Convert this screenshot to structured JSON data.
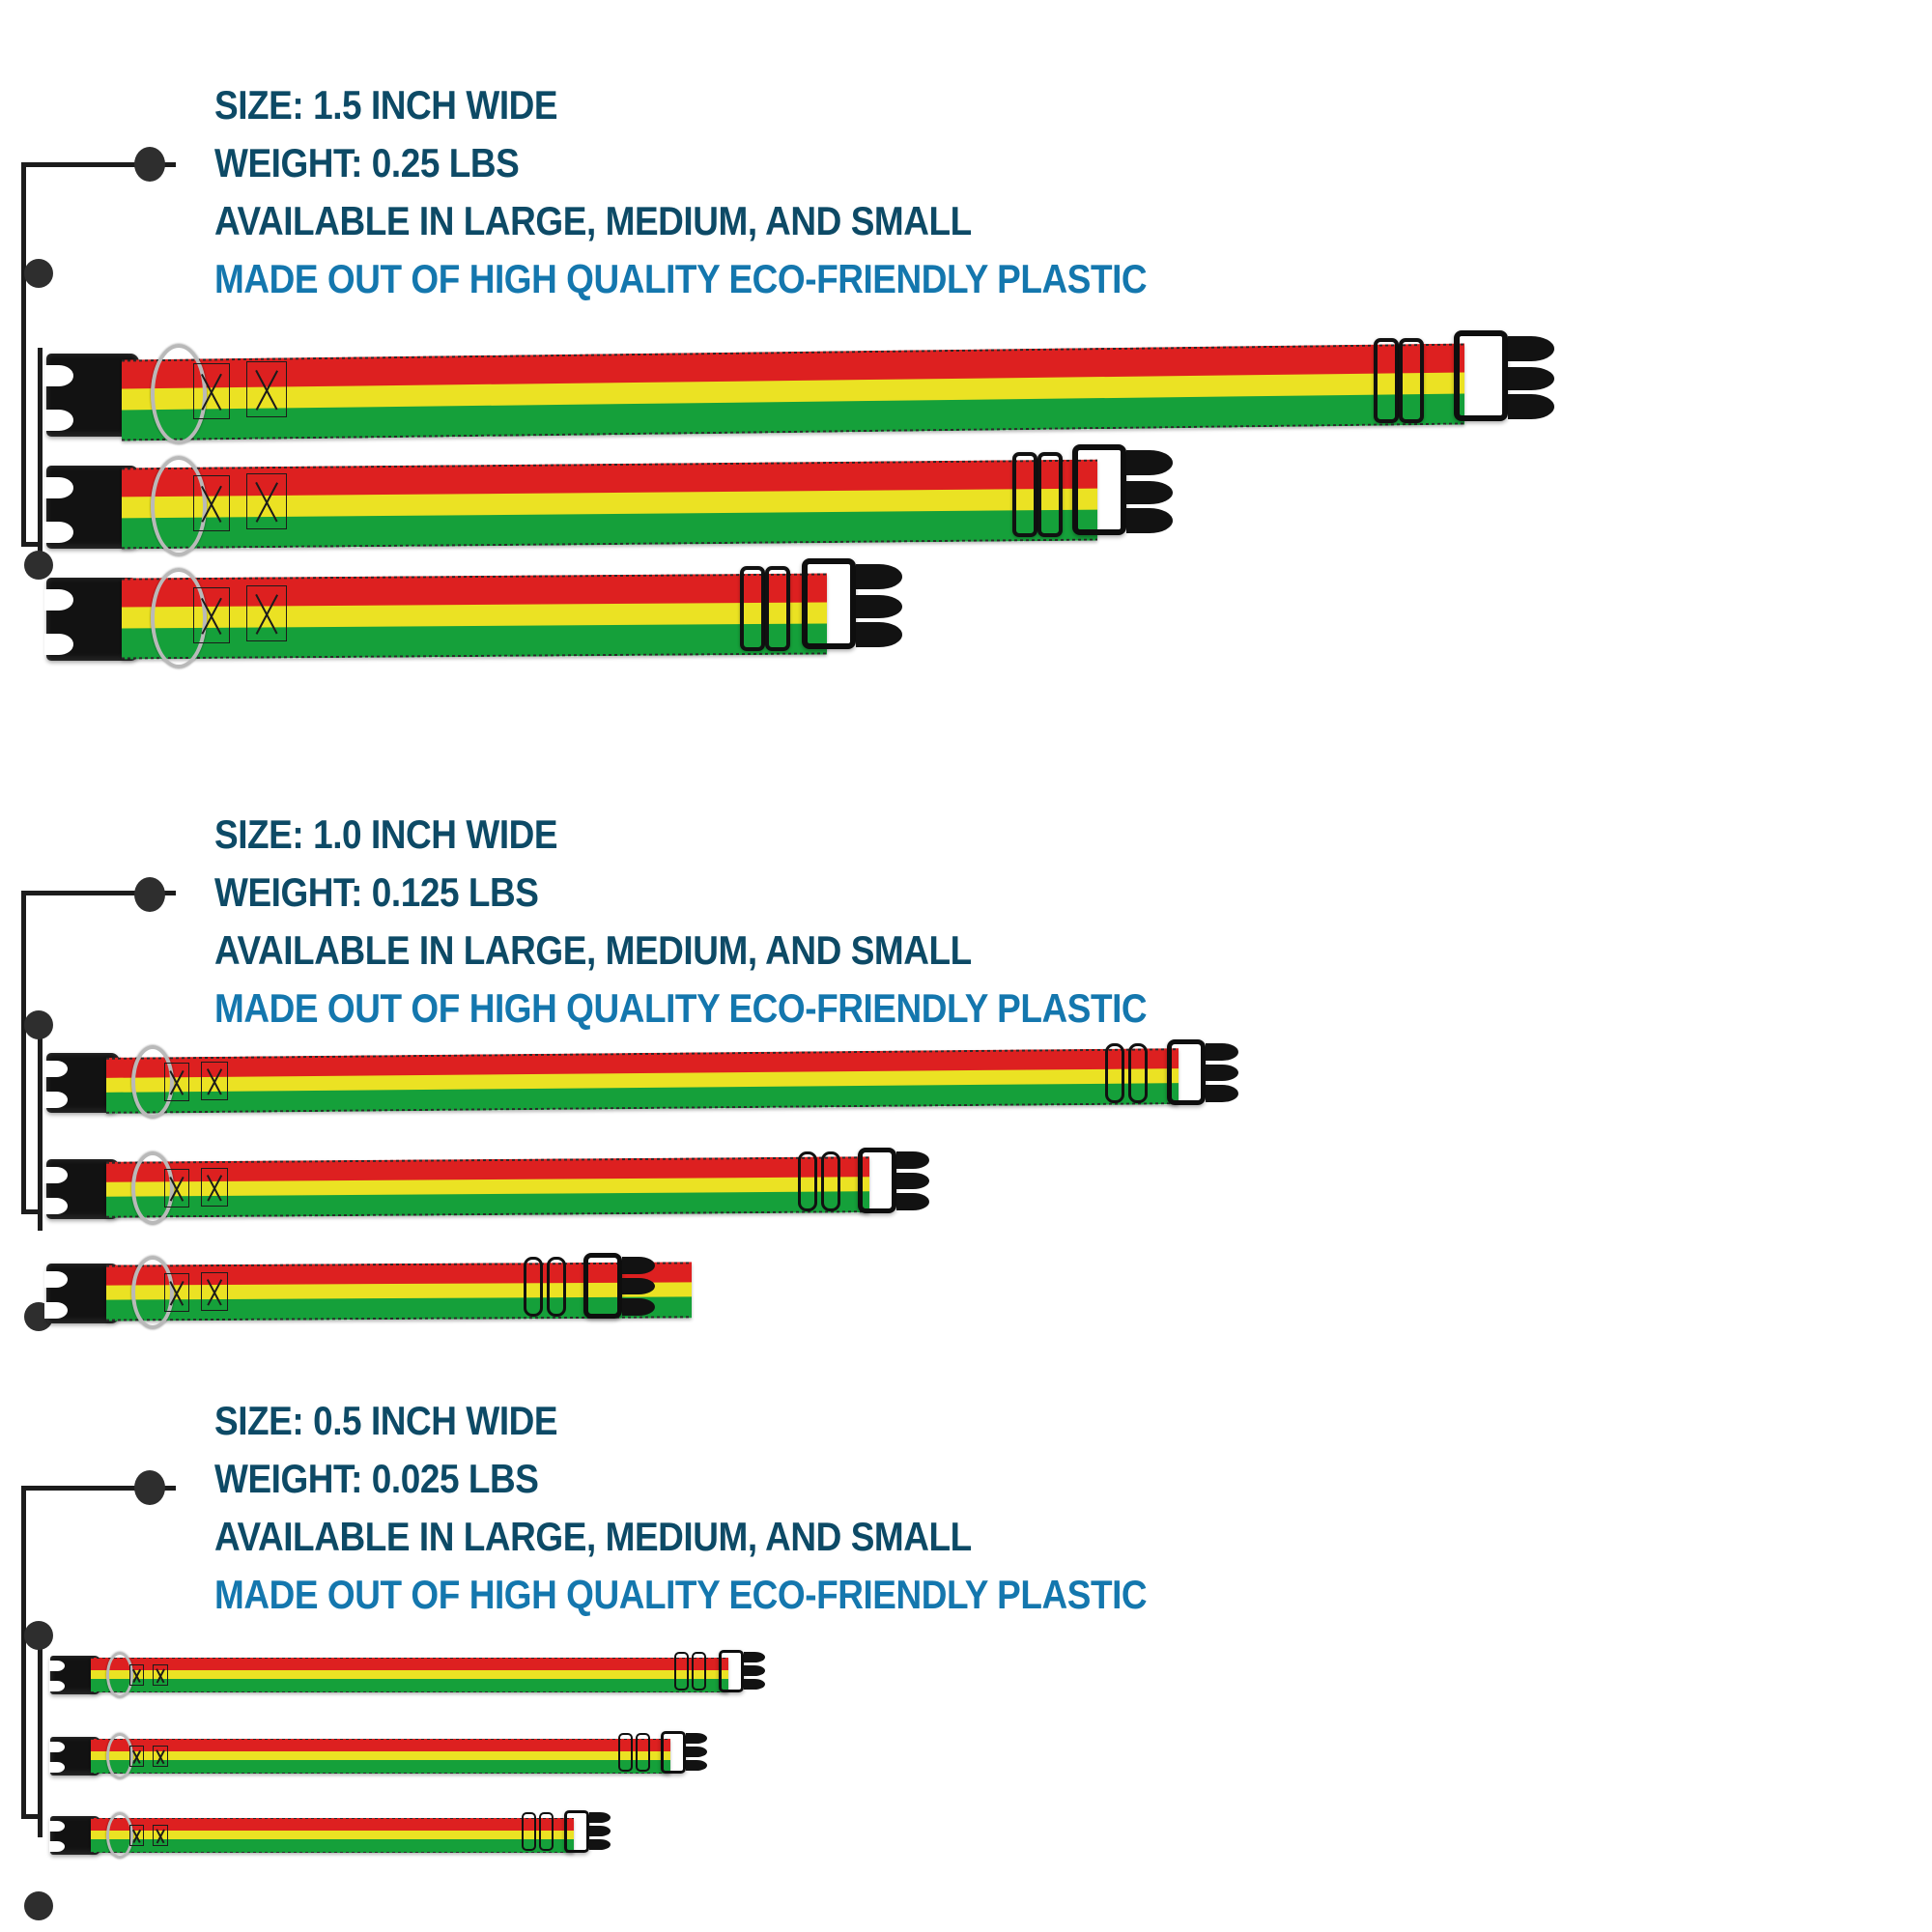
{
  "product": {
    "title": "Rasta Stripe Dog Collar Size Chart",
    "colors": {
      "stripe_red": "#DD2020",
      "stripe_yellow": "#EBE223",
      "stripe_green": "#15A03A",
      "hardware_black": "#121212",
      "dring_silver": "#B9B9B9",
      "text_dark": "#0D4A66",
      "text_accent": "#1477AE",
      "leader_line": "#1C1C1C",
      "background": "#FFFFFF"
    }
  },
  "sections": [
    {
      "id": "size-1-5-inch",
      "size_label": "SIZE: 1.5 INCH WIDE",
      "weight_label": "WEIGHT: 0.25 LBS",
      "availability_label": "AVAILABLE IN LARGE, MEDIUM, AND SMALL",
      "material_label": "MADE OUT OF HIGH QUALITY ECO-FRIENDLY PLASTIC",
      "width_inches": 1.5,
      "weight_lbs": 0.25,
      "collars": [
        {
          "variant": "large",
          "name": "1.5 inch large collar"
        },
        {
          "variant": "medium",
          "name": "1.5 inch medium collar"
        },
        {
          "variant": "small",
          "name": "1.5 inch small collar"
        }
      ]
    },
    {
      "id": "size-1-0-inch",
      "size_label": "SIZE: 1.0 INCH WIDE",
      "weight_label": "WEIGHT: 0.125 LBS",
      "availability_label": "AVAILABLE IN LARGE, MEDIUM, AND SMALL",
      "material_label": "MADE OUT OF HIGH QUALITY ECO-FRIENDLY PLASTIC",
      "width_inches": 1.0,
      "weight_lbs": 0.125,
      "collars": [
        {
          "variant": "large",
          "name": "1.0 inch large collar"
        },
        {
          "variant": "medium",
          "name": "1.0 inch medium collar"
        },
        {
          "variant": "small",
          "name": "1.0 inch small collar"
        }
      ]
    },
    {
      "id": "size-0-5-inch",
      "size_label": "SIZE: 0.5 INCH WIDE",
      "weight_label": "WEIGHT: 0.025 LBS",
      "availability_label": "AVAILABLE IN LARGE, MEDIUM, AND SMALL",
      "material_label": "MADE OUT OF HIGH QUALITY ECO-FRIENDLY PLASTIC",
      "width_inches": 0.5,
      "weight_lbs": 0.025,
      "collars": [
        {
          "variant": "large",
          "name": "0.5 inch large collar"
        },
        {
          "variant": "medium",
          "name": "0.5 inch medium collar"
        },
        {
          "variant": "small",
          "name": "0.5 inch small collar"
        }
      ]
    }
  ]
}
